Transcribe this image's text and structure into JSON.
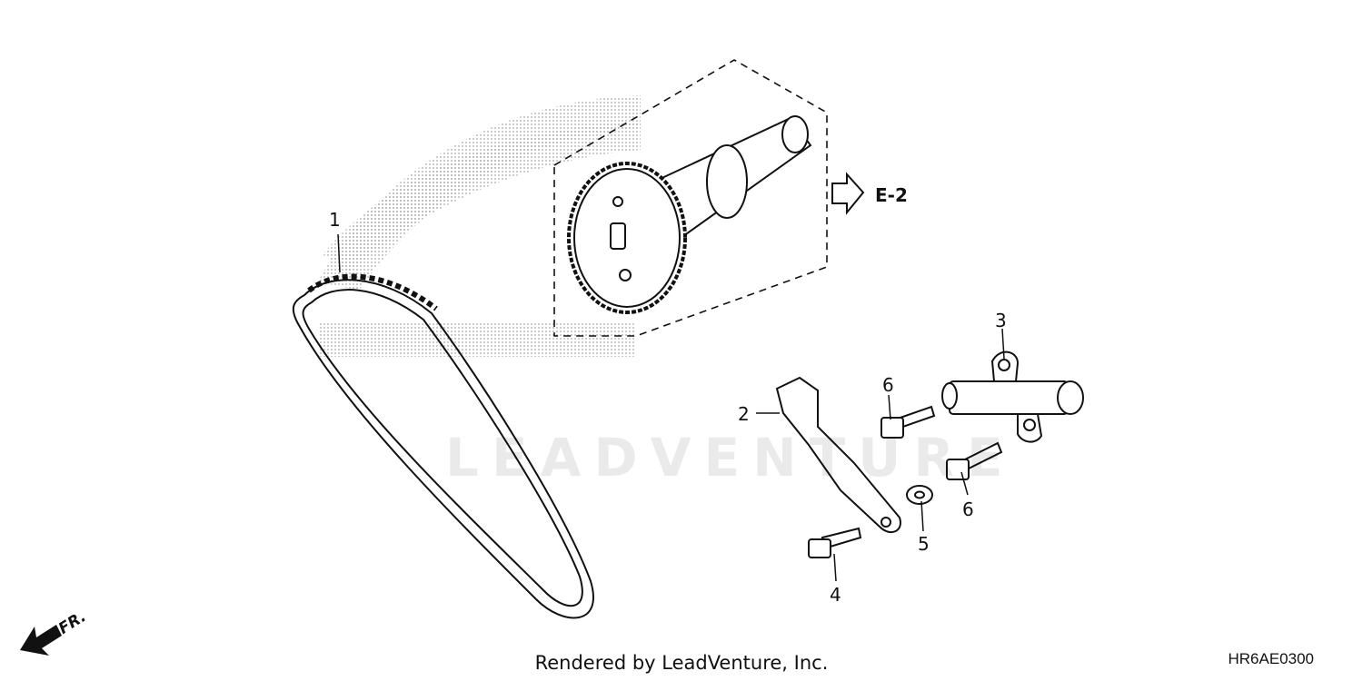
{
  "diagram": {
    "callouts": [
      "1",
      "2",
      "3",
      "4",
      "5",
      "6",
      "6"
    ],
    "reference_label": "E-2",
    "direction_label": "FR.",
    "footer_credit": "Rendered by LeadVenture, Inc.",
    "diagram_code": "HR6AE0300",
    "watermark_text": "LEADVENTURE",
    "colors": {
      "line": "#111111",
      "screen": "#9a9a9a",
      "background": "#ffffff"
    }
  }
}
